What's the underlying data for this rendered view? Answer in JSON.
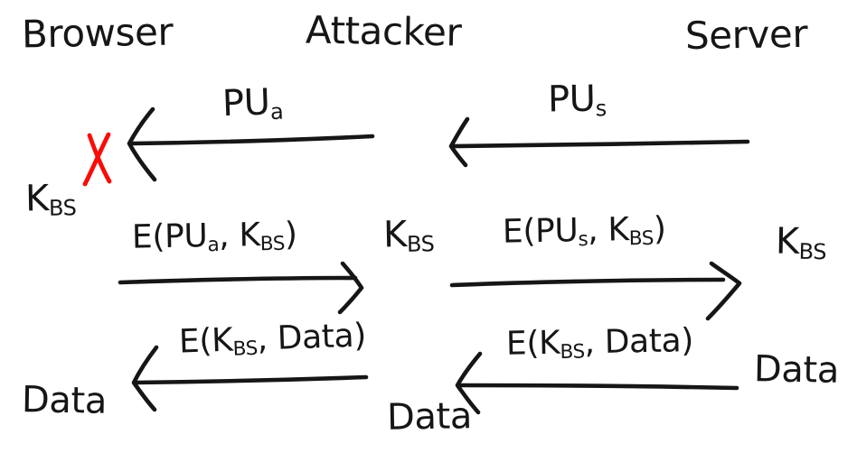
{
  "colors": {
    "ink": "#161616",
    "rejected_x": "#f90c08",
    "background": "#ffffff"
  },
  "actors": {
    "browser": {
      "label": "Browser"
    },
    "attacker": {
      "label": "Attacker"
    },
    "server": {
      "label": "Server"
    }
  },
  "messages": {
    "pu_a": {
      "from": "attacker",
      "to": "browser",
      "direction": "left",
      "base": "PU",
      "sub": "a",
      "intercepted": true
    },
    "pu_s": {
      "from": "server",
      "to": "attacker",
      "direction": "left",
      "base": "PU",
      "sub": "s"
    },
    "e_pua_kbs": {
      "from": "browser",
      "to": "attacker",
      "direction": "right",
      "seg0": "E(PU",
      "sub0": "a",
      "seg1": ", K",
      "sub1": "BS",
      "seg2": ")"
    },
    "e_pus_kbs": {
      "from": "attacker",
      "to": "server",
      "direction": "right",
      "seg0": "E(PU",
      "sub0": "s",
      "seg1": ", K",
      "sub1": "BS",
      "seg2": ")"
    },
    "e_kbs_data_to_browser": {
      "from": "attacker",
      "to": "browser",
      "direction": "left",
      "seg0": "E(K",
      "sub0": "BS",
      "seg1": ", Data)"
    },
    "e_kbs_data_to_attacker": {
      "from": "server",
      "to": "attacker",
      "direction": "left",
      "seg0": "E(K",
      "sub0": "BS",
      "seg1": ", Data)"
    }
  },
  "state_labels": {
    "kbs": {
      "base": "K",
      "sub": "BS"
    },
    "data": "Data"
  }
}
